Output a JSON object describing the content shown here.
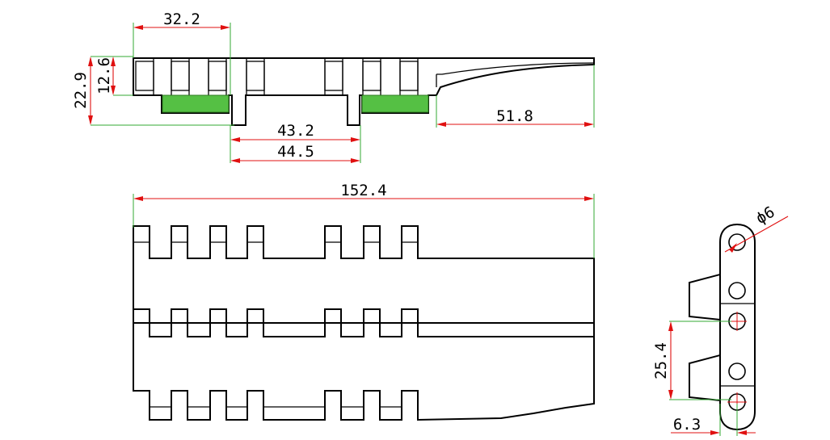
{
  "dimensions": {
    "top_width_32_2": "32.2",
    "height_12_6": "12.6",
    "height_22_9": "22.9",
    "span_43_2": "43.2",
    "span_44_5": "44.5",
    "tail_51_8": "51.8",
    "total_152_4": "152.4",
    "hole_dia": "ϕ6",
    "pitch_25_4": "25.4",
    "offset_6_3": "6.3"
  },
  "colors": {
    "dimension_line": "#e01010",
    "extension_line": "#33aa33",
    "wear_pad": "#55c044",
    "outline": "#000000"
  }
}
